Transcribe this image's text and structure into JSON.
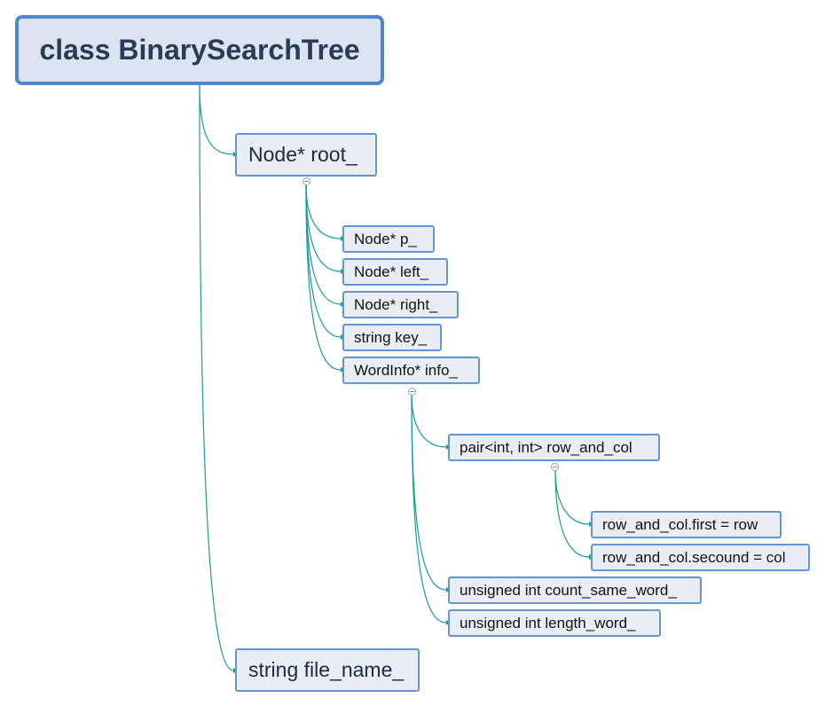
{
  "root": {
    "label": "class BinarySearchTree"
  },
  "nodes": {
    "root_ptr": "Node* root_",
    "p": "Node* p_",
    "left": "Node* left_",
    "right": "Node* right_",
    "key": "string key_",
    "info": "WordInfo* info_",
    "row_and_col": "pair<int, int> row_and_col",
    "first": "row_and_col.first = row",
    "second": "row_and_col.secound = col",
    "count": "unsigned int count_same_word_",
    "length": "unsigned int length_word_",
    "file_name": "string file_name_"
  },
  "colors": {
    "connector": "#1a9a98",
    "border": "#5b8fd0",
    "fill": "#e9edf4"
  }
}
